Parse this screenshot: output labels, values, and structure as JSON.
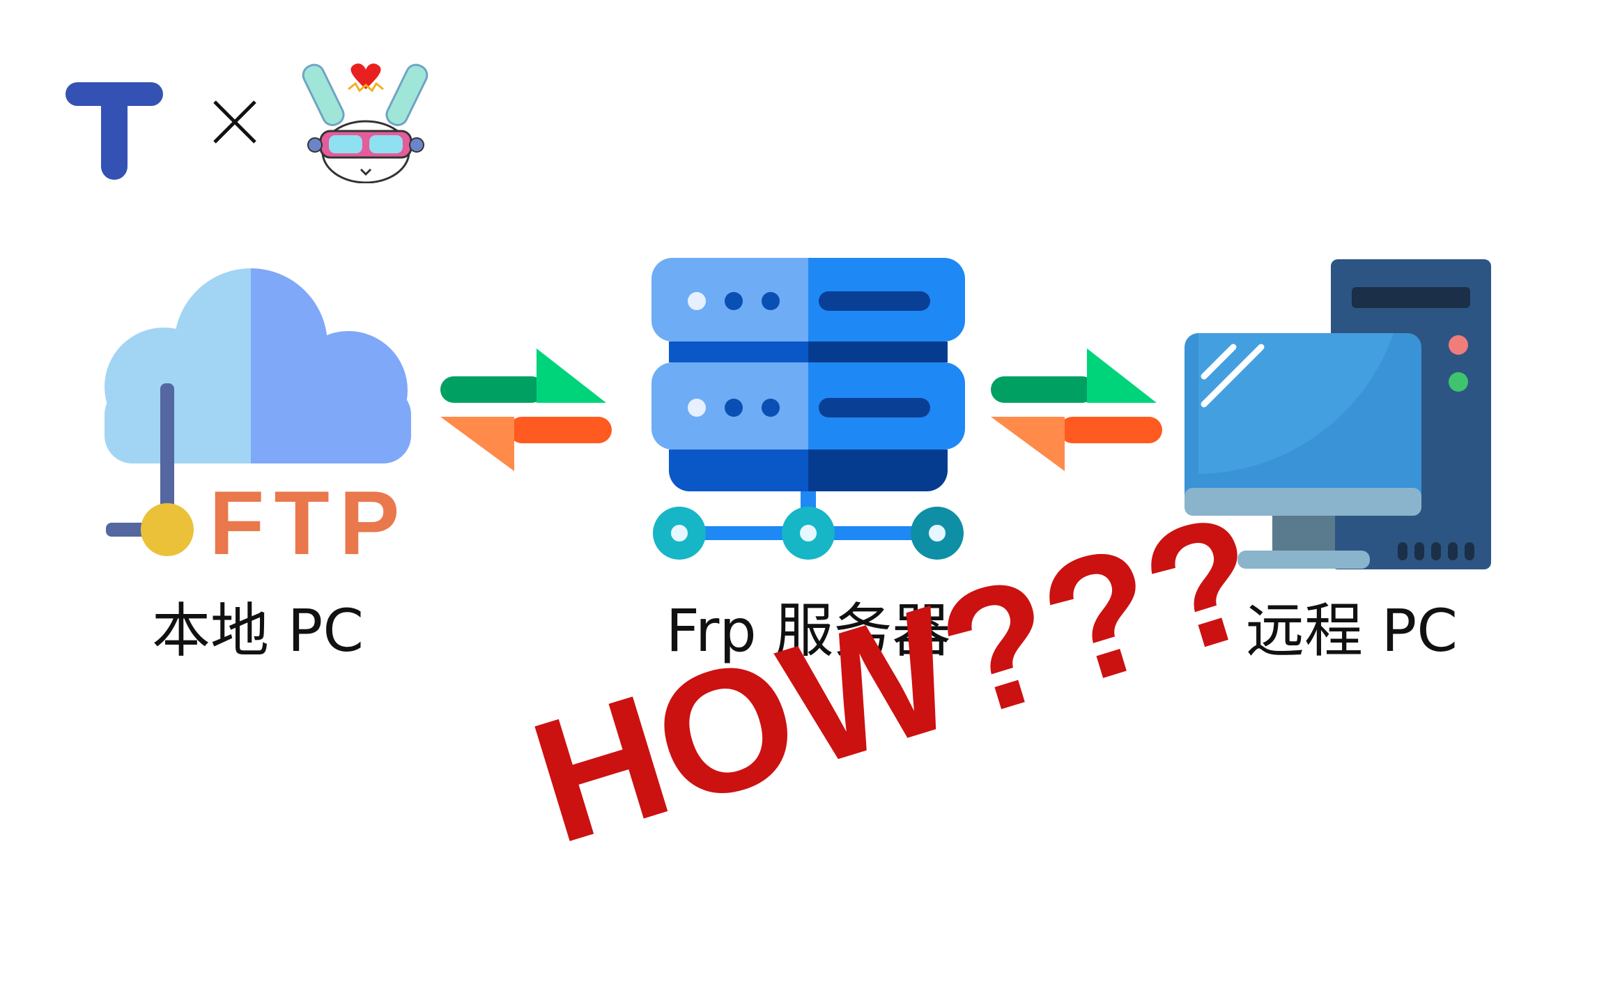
{
  "diagram": {
    "nodes": [
      {
        "id": "local",
        "label": "本地 PC",
        "icon": "cloud-ftp-icon",
        "icon_text": "FTP"
      },
      {
        "id": "frp",
        "label": "Frp 服务器",
        "icon": "server-rack-icon"
      },
      {
        "id": "remote",
        "label": "远程 PC",
        "icon": "desktop-computer-icon"
      }
    ],
    "edges": [
      {
        "from": "local",
        "to": "frp",
        "direction": "bidirectional"
      },
      {
        "from": "frp",
        "to": "remote",
        "direction": "bidirectional"
      }
    ],
    "headline": "HOW???",
    "colors": {
      "headline": "#cc1111",
      "arrow_right": "#00d47a",
      "arrow_left": "#ff5a1f",
      "ftp_text": "#e9784d",
      "server_blue": "#1e88f5"
    }
  },
  "header": {
    "logos": [
      "t-logo-icon",
      "mascot-logo-icon"
    ],
    "separator": "×"
  }
}
